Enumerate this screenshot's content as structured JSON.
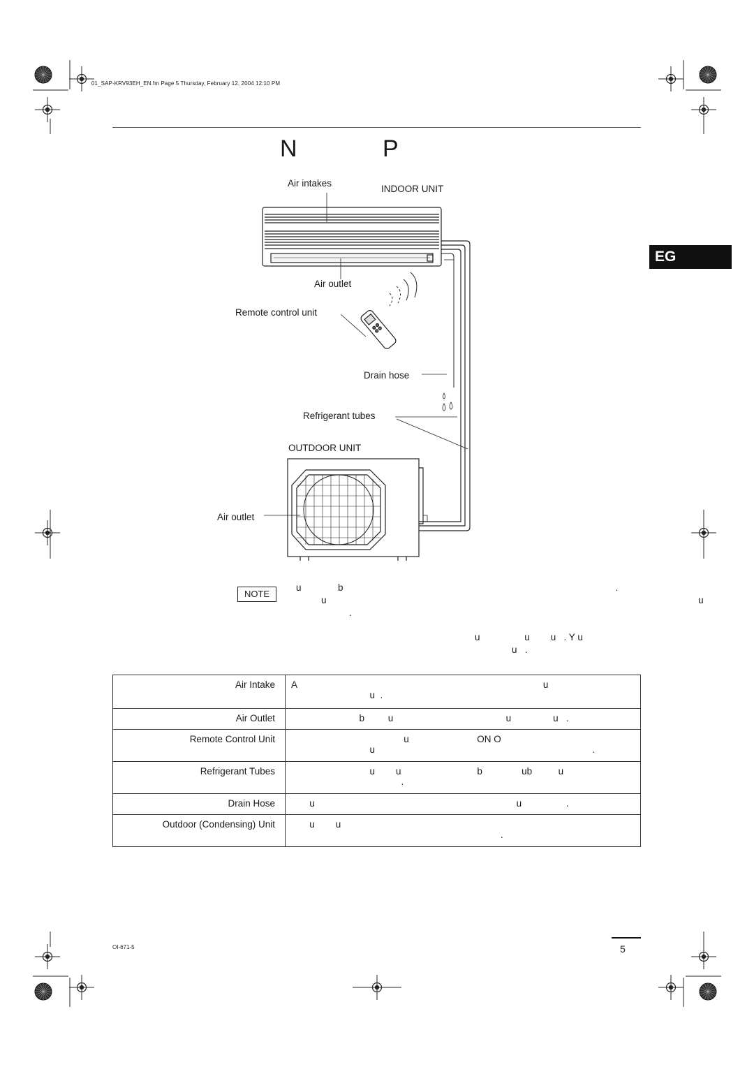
{
  "header": {
    "file_info": "01_SAP-KRV93EH_EN.fm  Page 5  Thursday, February 12, 2004  12:10 PM"
  },
  "title_letters": [
    "N",
    "P"
  ],
  "language_tab": "EG",
  "diagram": {
    "labels": {
      "air_intakes": "Air intakes",
      "indoor_unit": "INDOOR UNIT",
      "air_outlet_indoor": "Air outlet",
      "remote_control_unit": "Remote control unit",
      "drain_hose": "Drain hose",
      "refrigerant_tubes": "Refrigerant tubes",
      "outdoor_unit": "OUTDOOR UNIT",
      "air_outlet_outdoor": "Air outlet"
    }
  },
  "note": {
    "label": "NOTE",
    "line1": "u              b                                                                                                        .",
    "line2": "u                                                                                                                                              u",
    "line3": "."
  },
  "paragraph": {
    "line1": "u                 u        u   . Y u",
    "line2": "u   ."
  },
  "parts_table": {
    "rows": [
      {
        "name": "Air Intake",
        "desc": "A                                                                                              u\n                              u  ."
      },
      {
        "name": "Air Outlet",
        "desc": "                          b         u                                           u                u   ."
      },
      {
        "name": "Remote Control Unit",
        "desc": "                                           u                          ON O\n                              u                                                                                   ."
      },
      {
        "name": "Refrigerant Tubes",
        "desc": "                              u        u                             b               ub          u\n                                          ."
      },
      {
        "name": "Drain Hose",
        "desc": "       u                                                                             u                 ."
      },
      {
        "name": "Outdoor (Condensing) Unit",
        "desc": "       u        u\n                                                                                ."
      }
    ]
  },
  "footer": {
    "code": "OI-671-5",
    "page_number": "5"
  }
}
